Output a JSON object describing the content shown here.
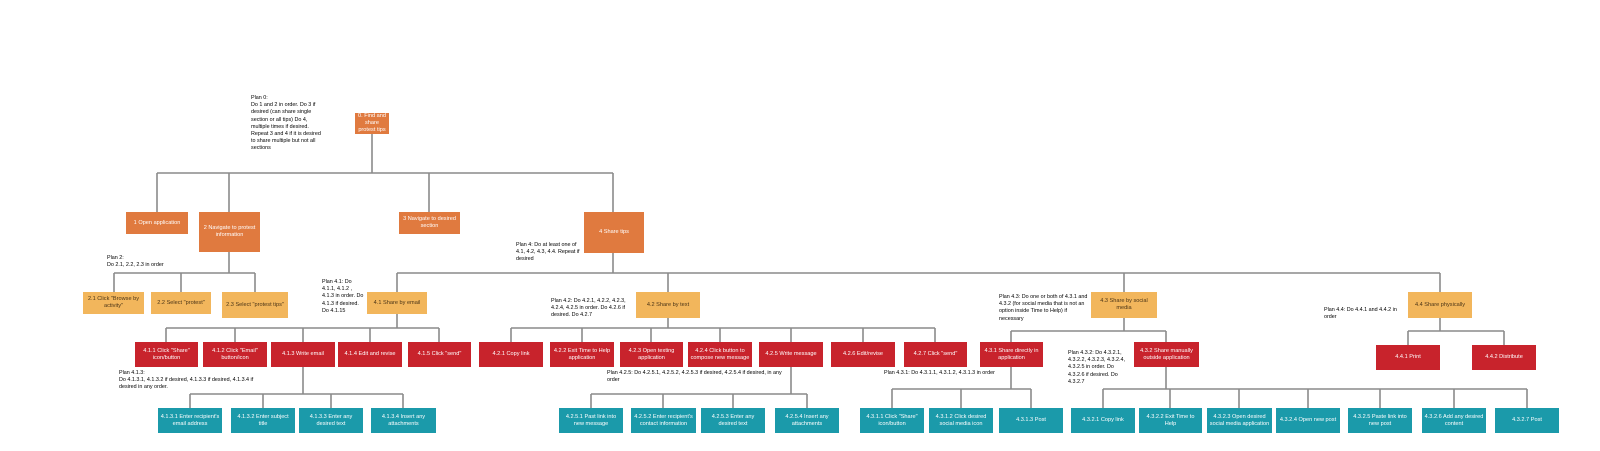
{
  "nodes": {
    "n0": "0. Find and share protest tips",
    "n1": "1 Open application",
    "n2": "2 Navigate to protest information",
    "n3": "3 Navigate to desired section",
    "n4": "4 Share tips",
    "n2_1": "2.1 Click \"Browse by activity\"",
    "n2_2": "2.2 Select \"protest\"",
    "n2_3": "2.3 Select \"protest tips\"",
    "n4_1": "4.1 Share by email",
    "n4_2": "4.2 Share by text",
    "n4_3": "4.3 Share by social media",
    "n4_4": "4.4 Share physically",
    "n4_1_1": "4.1.1 Click \"Share\" icon/button",
    "n4_1_2": "4.1.2 Click \"Email\" button/icon",
    "n4_1_3": "4.1.3 Write email",
    "n4_1_4": "4.1.4 Edit and revise",
    "n4_1_5": "4.1.5 Click \"send\"",
    "n4_2_1": "4.2.1 Copy link",
    "n4_2_2": "4.2.2 Exit Time to Help application",
    "n4_2_3": "4.2.3 Open texting application",
    "n4_2_4": "4.2.4 Click button to compose new message",
    "n4_2_5": "4.2.5 Write message",
    "n4_2_6": "4.2.6 Edit/revise",
    "n4_2_7": "4.2.7 Click \"send\"",
    "n4_3_1": "4.3.1 Share directly in application",
    "n4_3_2": "4.3.2 Share manually outside application",
    "n4_4_1": "4.4.1 Print",
    "n4_4_2": "4.4.2 Distribute",
    "n4_1_3_1": "4.1.3.1 Enter recipient's email address",
    "n4_1_3_2": "4.1.3.2 Enter subject title",
    "n4_1_3_3": "4.1.3.3 Enter any desired text",
    "n4_1_3_4": "4.1.3.4 Insert any attachments",
    "n4_2_5_1": "4.2.5.1 Past link into new message",
    "n4_2_5_2": "4.2.5.2 Enter recipient's contact information",
    "n4_2_5_3": "4.2.5.3 Enter any desired text",
    "n4_2_5_4": "4.2.5.4 Insert any attachments",
    "n4_3_1_1": "4.3.1.1 Click \"Share\" icon/button",
    "n4_3_1_2": "4.3.1.2 Click desired social media icon",
    "n4_3_1_3": "4.3.1.3 Post",
    "n4_3_2_1": "4.3.2.1 Copy link",
    "n4_3_2_2": "4.3.2.2 Exit Time to Help",
    "n4_3_2_3": "4.3.2.3 Open desired social media application",
    "n4_3_2_4": "4.3.2.4 Open new post",
    "n4_3_2_5": "4.3.2.5 Paste link into new post",
    "n4_3_2_6": "4.3.2.6 Add any desired content",
    "n4_3_2_7": "4.3.2.7 Post"
  },
  "plans": {
    "p0_title": "Plan 0:",
    "p0_text": "Do 1 and 2 in order. Do 3 if desired (can share single section or all tips) Do 4, multiple times if desired. Repeat 3 and 4 if it is desired to share multiple but not all sections",
    "p2_title": "Plan 2:",
    "p2_text": "Do 2.1, 2.2, 2.3 in order",
    "p4": "Plan 4: Do at least one of 4.1, 4.2, 4.3, 4.4. Repeat if desired",
    "p4_1": "Plan 4.1: Do 4.1.1, 4.1.2 , 4.1.3 in order. Do 4.1.3 if desired. Do 4.1.15",
    "p4_2": "Plan 4.2: Do 4.2.1, 4.2.2, 4.2.3, 4.2.4, 4.2.5 in order. Do 4.2.6 if desired. Do 4.2.7",
    "p4_3": "Plan 4.3: Do one or both of 4.3.1 and 4.3.2 (for social media that is not an option inside Time to Help) if necessary",
    "p4_4": "Plan 4.4: Do 4.4.1 and 4.4.2 in order",
    "p4_1_3_title": "Plan 4.1.3:",
    "p4_1_3_text": "Do 4.1.3.1, 4.1.3.2 if desired, 4.1.3.3 if desired, 4.1.3.4 if desired in any order.",
    "p4_2_5": "Plan 4.2.5: Do 4.2.5.1, 4.2.5.2, 4.2.5.3 if desired, 4.2.5.4 if desired, in any order",
    "p4_3_1": "Plan 4.3.1: Do 4.3.1.1, 4.3.1.2, 4.3.1.3 in order",
    "p4_3_2": "Plan 4.3.2: Do 4.3.2.1, 4.3.2.2, 4.3.2.3, 4.3.2.4, 4.3.2.5 in order. Do 4.3.2.6 if desired. Do 4.3.2.7"
  },
  "colors": {
    "orange": "#e07a3f",
    "amber": "#f2b65c",
    "red": "#c8232c",
    "teal": "#1b9aaa",
    "connector": "#8a8a8a"
  }
}
